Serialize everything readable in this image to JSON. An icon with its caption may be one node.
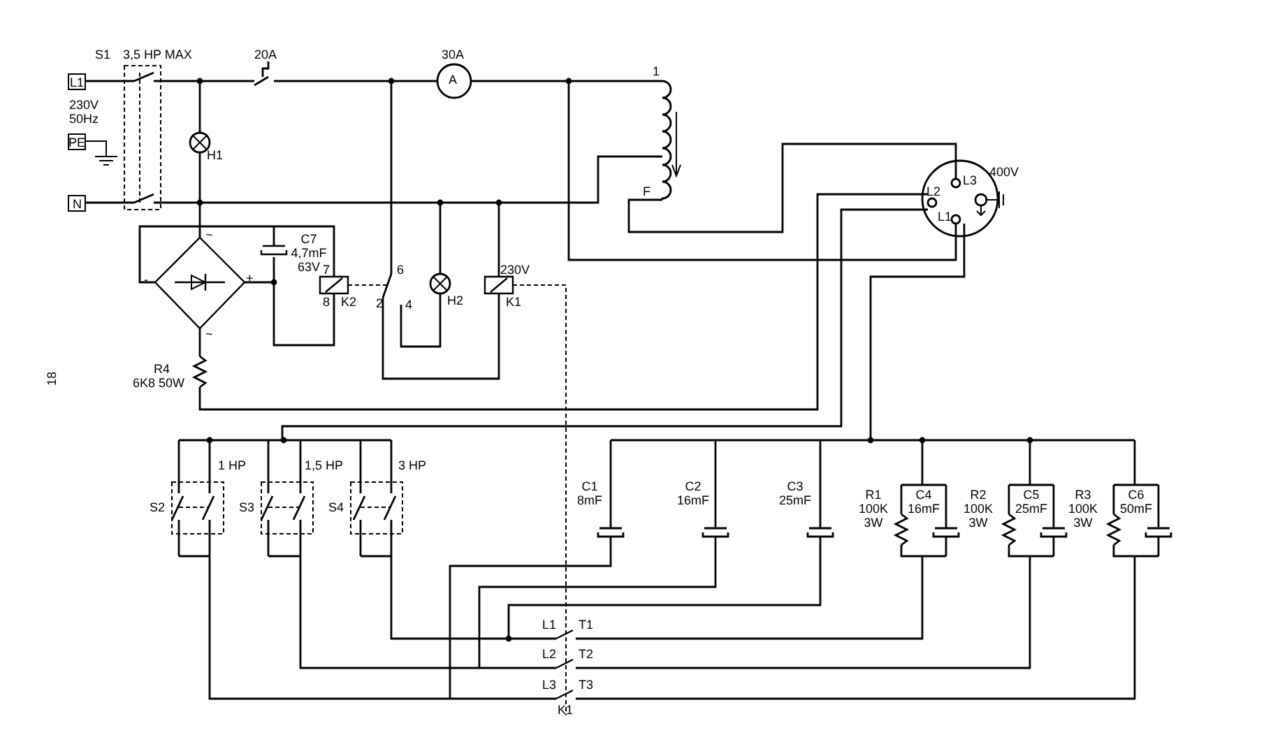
{
  "diagram": {
    "labels": [
      "S1",
      "3,5 HP MAX",
      "20A",
      "30A",
      "A",
      "1",
      "L1",
      "230V 50Hz",
      "PE",
      "N",
      "H1",
      "F",
      "400V",
      "L3",
      "L2",
      "L1",
      "~",
      "C7 4,7mF 63V",
      "-",
      "+",
      "7",
      "8",
      "K2",
      "6",
      "2",
      "4",
      "H2",
      "230V",
      "K1",
      "~",
      "R4",
      "6K8 50W",
      "18",
      "1 HP",
      "1,5 HP",
      "3 HP",
      "S2",
      "S3",
      "S4",
      "C1 8mF",
      "C2 16mF",
      "C3 25mF",
      "R1 100K 3W",
      "C4 16mF",
      "R2 100K 3W",
      "C5 25mF",
      "R3 100K 3W",
      "C6 50mF",
      "L1",
      "T1",
      "L2",
      "T2",
      "L3",
      "T3",
      "K1"
    ]
  }
}
